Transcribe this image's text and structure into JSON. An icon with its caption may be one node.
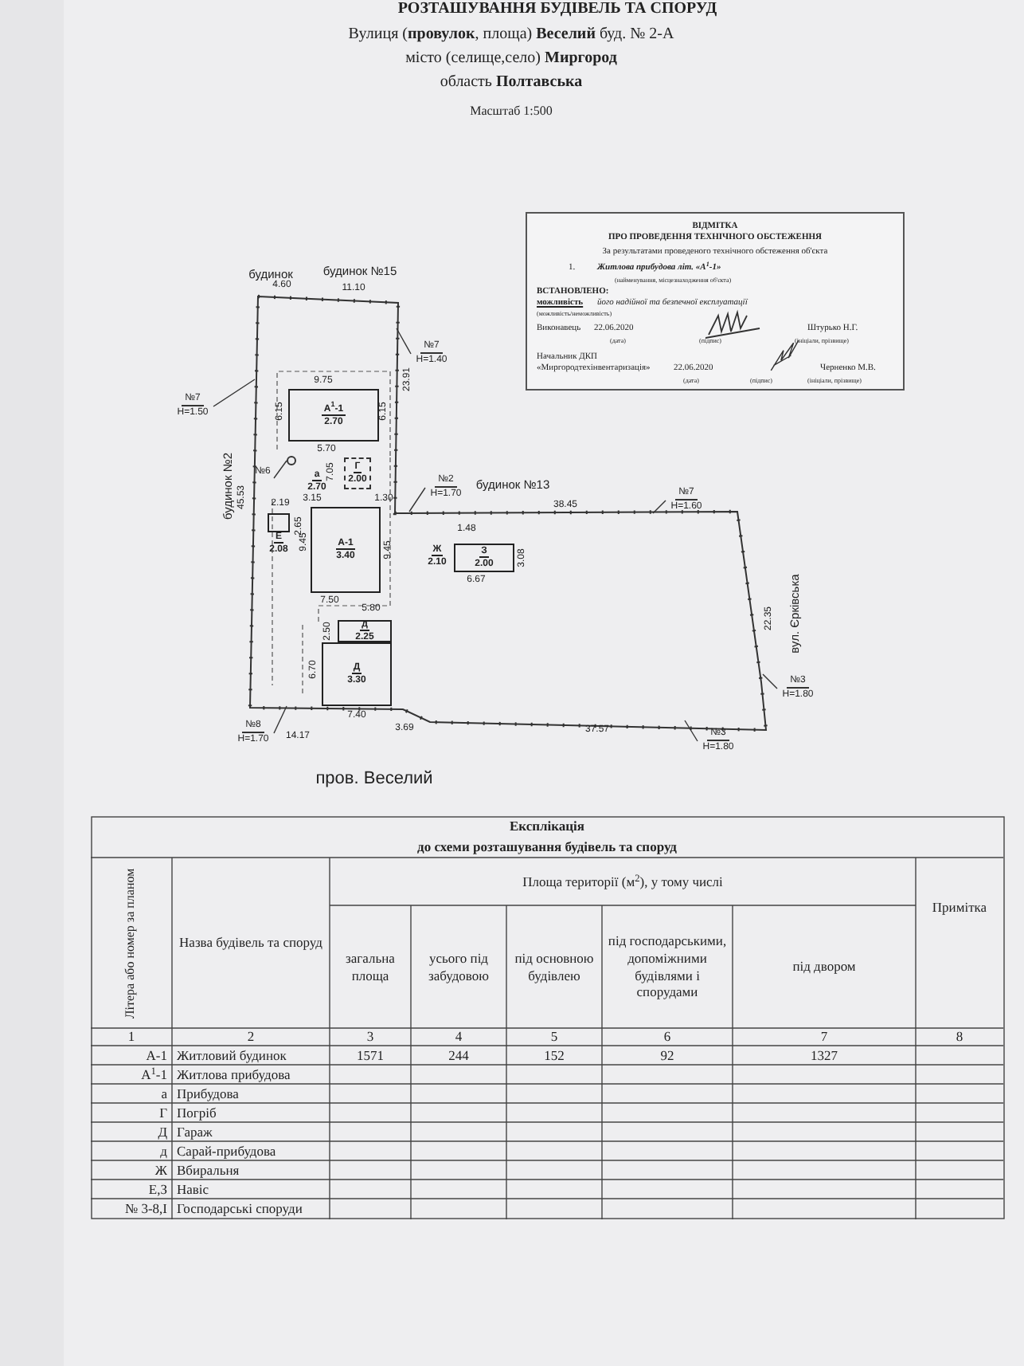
{
  "diagram": {
    "title": "РОЗТАШУВАННЯ БУДІВЕЛЬ ТА СПОРУД",
    "nodes": [
      {
        "text": [
          "ВІДМІТКА",
          "ПРО ПРОВЕДЕННЯ ТЕХНІЧНОГО ОБСТЕЖЕННЯ",
          "За результатами проведеного технічного обстеження об'єкта",
          "1.",
          "Житлова прибудова літ. «А$^{1}$-1»",
          "(найменування, місцезнаходження об'єкта)",
          "ВСТАНОВЛЕНО:",
          "можливість",
          "його надійної та безпечної експлуатації",
          "(можливість/неможливість)",
          "Виконавець",
          "22.06.2020",
          "(дата)",
          "(підпис)",
          "Штурько Н.Г.",
          "(ініціали, прізвище)",
          "Начальник ДКП",
          "«Миргородтехінвентаризація»",
          "22.06.2020",
          "(дата)",
          "(підпис)",
          "Черненко М.В.",
          "(ініціали, прізвище)"
        ]
      },
      {
        "text": [
          "А$^{1}$-1",
          "2.70"
        ]
      },
      {
        "text": [
          "а",
          "2.70"
        ]
      },
      {
        "text": [
          "Г",
          "2.00"
        ]
      },
      {
        "text": [
          "А-1",
          "3.40"
        ]
      },
      {
        "text": [
          "Е",
          "2.08"
        ]
      },
      {
        "text": [
          "Ж",
          "2.10"
        ]
      },
      {
        "text": [
          "З",
          "2.00"
        ]
      },
      {
        "text": [
          "д",
          "2.25"
        ]
      },
      {
        "text": [
          "Д",
          "3.30"
        ]
      },
      {
        "text": [
          "№7",
          "H=1.50"
        ]
      },
      {
        "text": [
          "№7",
          "H=1.40"
        ]
      },
      {
        "text": [
          "№6"
        ]
      },
      {
        "text": [
          "№2",
          "H=1.70"
        ]
      },
      {
        "text": [
          "№7",
          "H=1.60"
        ]
      },
      {
        "text": [
          "№3",
          "H=1.80"
        ]
      },
      {
        "text": [
          "№3",
          "H=1.80"
        ]
      },
      {
        "text": [
          "№8",
          "H=1.70"
        ]
      },
      {
        "text": [],
        "shape": "circle"
      }
    ],
    "edges": [
      {
        "from": 10,
        "to": null,
        "arrow": "none"
      },
      {
        "from": 11,
        "to": null,
        "arrow": "none"
      },
      {
        "from": 12,
        "to": 18,
        "arrow": "none"
      },
      {
        "from": 13,
        "to": null,
        "arrow": "none"
      },
      {
        "from": 14,
        "to": null,
        "arrow": "none"
      },
      {
        "from": 15,
        "to": null,
        "arrow": "none"
      },
      {
        "from": 16,
        "to": null,
        "arrow": "none"
      },
      {
        "from": 17,
        "to": null,
        "arrow": "none"
      }
    ],
    "labels": [
      "Вулиця (**провулок**, площа) **Веселий** буд. № 2-А",
      "місто (селище,село) **Миргород**",
      "область **Полтавська**",
      "Масштаб 1:500",
      "будинок",
      "будинок №15",
      "4.60",
      "11.10",
      "9.75",
      "6.15",
      "6.15",
      "5.70",
      "23.91",
      "45.53",
      "будинок №2",
      "7.05",
      "2.19",
      "2.65",
      "3.15",
      "1.30",
      "9.45",
      "9.45",
      "7.50",
      "5.80",
      "2.50",
      "6.70",
      "7.40",
      "14.17",
      "3.69",
      "будинок №13",
      "38.45",
      "1.48",
      "3.08",
      "6.67",
      "22.35",
      "вул. Єрківська",
      "37.57",
      "пров. Веселий",
      "Експлікація",
      "до схеми розташування будівель та споруд",
      "Літера або номер за планом",
      "Назва будівель та споруд",
      "Площа території (м$^{2}$), у тому числі",
      "Примітка",
      "загальна площа",
      "усього під забудовою",
      "під основною будівлею",
      "під господарськими, допоміжними будівлями і спорудами",
      "під двором",
      "1",
      "2",
      "3",
      "4",
      "5",
      "6",
      "7",
      "8",
      "А-1",
      "Житловий будинок",
      "1571",
      "244",
      "152",
      "92",
      "1327",
      "А$^{1}$-1",
      "Житлова прибудова",
      "а",
      "Прибудова",
      "Г",
      "Погріб",
      "Д",
      "Гараж",
      "д",
      "Сарай-прибудова",
      "Ж",
      "Вбиральня",
      "Е,З",
      "Навіс",
      "№ 3-8,І",
      "Господарські споруди"
    ]
  }
}
